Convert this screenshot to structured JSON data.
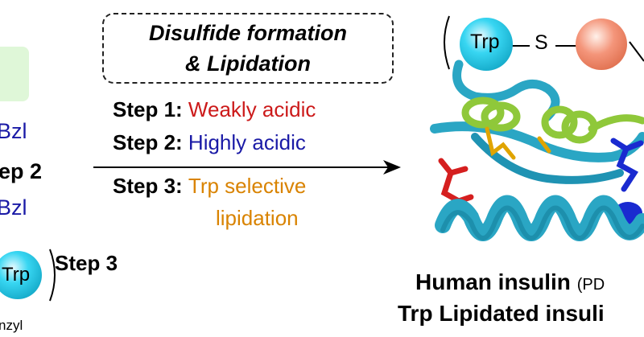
{
  "left_panel": {
    "bzl_top": "Bzl",
    "step2_label": "ep 2",
    "bzl_bottom": "Bzl",
    "trp_label": "Trp",
    "step3_label": "Step 3",
    "benzyl_label": "nzyl"
  },
  "conditions": {
    "title_line1": "Disulfide formation",
    "title_line2": "& Lipidation",
    "step1_label": "Step 1",
    "step1_text": "Weakly acidic",
    "step2_label": "Step 2",
    "step2_text": "Highly acidic",
    "step3_label": "Step 3",
    "step3_text_line1": "Trp selective",
    "step3_text_line2": "lipidation"
  },
  "product": {
    "trp_label": "Trp",
    "s_label": "S",
    "caption_line1": "Human insulin",
    "caption_line1_suffix": "(PD",
    "caption_line2": "Trp Lipidated insuli"
  },
  "colors": {
    "red": "#cc1a1a",
    "blue": "#1a1aa6",
    "orange": "#d98300",
    "cyan_sphere": "#35d3ef",
    "salmon_sphere": "#f4957a",
    "ribbon": "#2aa6c4",
    "ribbon_green": "#8fc83a"
  }
}
